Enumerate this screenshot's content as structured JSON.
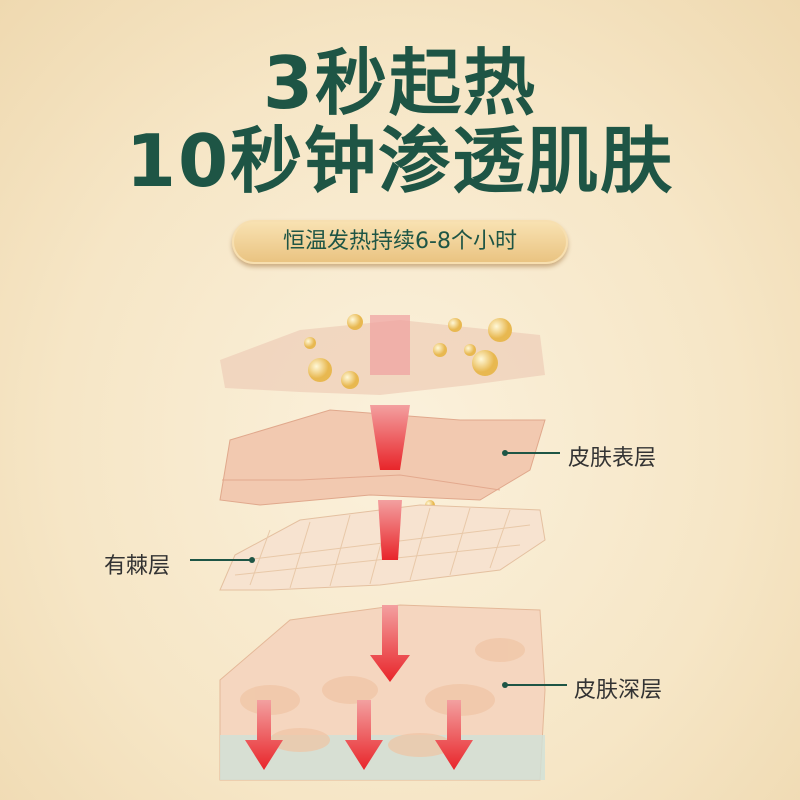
{
  "heading": {
    "line1": "3秒起热",
    "line2": "10秒钟渗透肌肤"
  },
  "badge": "恒温发热持续6-8个小时",
  "labels": {
    "epidermis": "皮肤表层",
    "spinous": "有棘层",
    "deep": "皮肤深层"
  },
  "colors": {
    "heading": "#1e5545",
    "arrow": "#e8252a"
  }
}
